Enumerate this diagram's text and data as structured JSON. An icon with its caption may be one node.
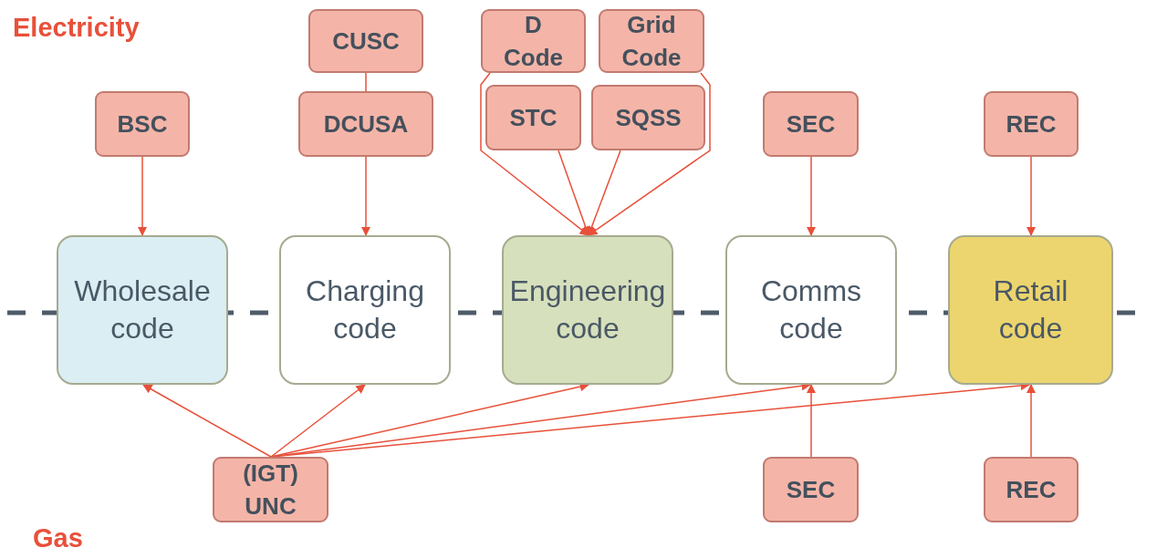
{
  "diagram": {
    "nodes": [
      {
        "text": [
          "Wholesale code"
        ]
      },
      {
        "text": [
          "Charging code"
        ]
      },
      {
        "text": [
          "Engineering code"
        ]
      },
      {
        "text": [
          "Comms code"
        ]
      },
      {
        "text": [
          "Retail code"
        ]
      },
      {
        "text": [
          "BSC"
        ]
      },
      {
        "text": [
          "CUSC"
        ]
      },
      {
        "text": [
          "DCUSA"
        ]
      },
      {
        "text": [
          "D Code"
        ]
      },
      {
        "text": [
          "Grid Code"
        ]
      },
      {
        "text": [
          "STC"
        ]
      },
      {
        "text": [
          "SQSS"
        ]
      },
      {
        "text": [
          "SEC"
        ]
      },
      {
        "text": [
          "REC"
        ]
      },
      {
        "text": [
          "(IGT) UNC"
        ]
      },
      {
        "text": [
          "SEC"
        ]
      },
      {
        "text": [
          "REC"
        ]
      }
    ],
    "edges": [
      {
        "from": 5,
        "to": 0,
        "arrow": "to"
      },
      {
        "from": 6,
        "to": 7,
        "arrow": "none"
      },
      {
        "from": 7,
        "to": 1,
        "arrow": "to"
      },
      {
        "from": 8,
        "to": 2,
        "arrow": "to"
      },
      {
        "from": 10,
        "to": 2,
        "arrow": "to"
      },
      {
        "from": 9,
        "to": 2,
        "arrow": "to"
      },
      {
        "from": 11,
        "to": 2,
        "arrow": "to"
      },
      {
        "from": 12,
        "to": 3,
        "arrow": "to"
      },
      {
        "from": 13,
        "to": 4,
        "arrow": "to"
      },
      {
        "from": 14,
        "to": 0,
        "arrow": "to"
      },
      {
        "from": 14,
        "to": 1,
        "arrow": "to"
      },
      {
        "from": 14,
        "to": 2,
        "arrow": "to"
      },
      {
        "from": 14,
        "to": 3,
        "arrow": "to"
      },
      {
        "from": 14,
        "to": 4,
        "arrow": "to"
      },
      {
        "from": 15,
        "to": 3,
        "arrow": "to"
      },
      {
        "from": 16,
        "to": 4,
        "arrow": "to"
      }
    ],
    "labels": [
      "Electricity",
      "Gas"
    ]
  }
}
